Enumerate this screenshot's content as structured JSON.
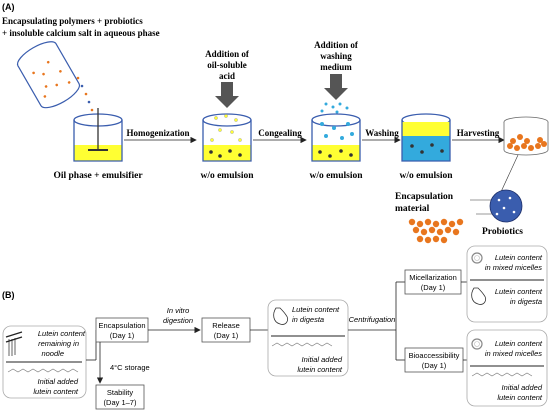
{
  "panel_a": {
    "label": "(A)",
    "header_line1": "Encapsulating polymers + probiotics",
    "header_line2": "+ insoluble calcium salt in aqueous phase",
    "homogenization": "Homogenization",
    "oil_phase": "Oil phase + emulsifier",
    "addition_acid_1": "Addition of",
    "addition_acid_2": "oil-soluble",
    "addition_acid_3": "acid",
    "congealing": "Congealing",
    "addition_wash_1": "Addition of",
    "addition_wash_2": "washing",
    "addition_wash_3": "medium",
    "washing": "Washing",
    "harvesting": "Harvesting",
    "wo_emulsion_1": "w/o emulsion",
    "wo_emulsion_2": "w/o emulsion",
    "wo_emulsion_3": "w/o emulsion",
    "encapsulation_material_1": "Encapsulation",
    "encapsulation_material_2": "material",
    "probiotics": "Probiotics"
  },
  "panel_b": {
    "label": "(B)",
    "noodle_1": "Lutein content",
    "noodle_2": "remaining in",
    "noodle_3": "noodle",
    "noodle_4": "Initial added",
    "noodle_5": "lutein content",
    "encapsulation_1": "Encapsulation",
    "encapsulation_2": "(Day 1)",
    "in_vitro_1": "In vitro",
    "in_vitro_2": "digestion",
    "release_1": "Release",
    "release_2": "(Day 1)",
    "storage": "4°C storage",
    "stability_1": "Stability",
    "stability_2": "(Day 1–7)",
    "digesta_1": "Lutein content",
    "digesta_2": "in digesta",
    "digesta_3": "Initial added",
    "digesta_4": "lutein content",
    "centrifugation": "Centrifugation",
    "micellarization_1": "Micellarization",
    "micellarization_2": "(Day 1)",
    "bioaccessibility_1": "Bioaccessibility",
    "bioaccessibility_2": "(Day 1)",
    "micelle_top_1": "Lutein content",
    "micelle_top_2": "in mixed micelles",
    "micelle_top_3": "Lutein content",
    "micelle_top_4": "in digesta",
    "micelle_bot_1": "Lutein content",
    "micelle_bot_2": "in mixed micelles",
    "micelle_bot_3": "Initial added",
    "micelle_bot_4": "lutein content"
  },
  "colors": {
    "oil": "#ffff33",
    "vessel": "#3a5dae",
    "wash": "#33aadd",
    "bead": "#e8761e",
    "arrow": "#555555"
  }
}
